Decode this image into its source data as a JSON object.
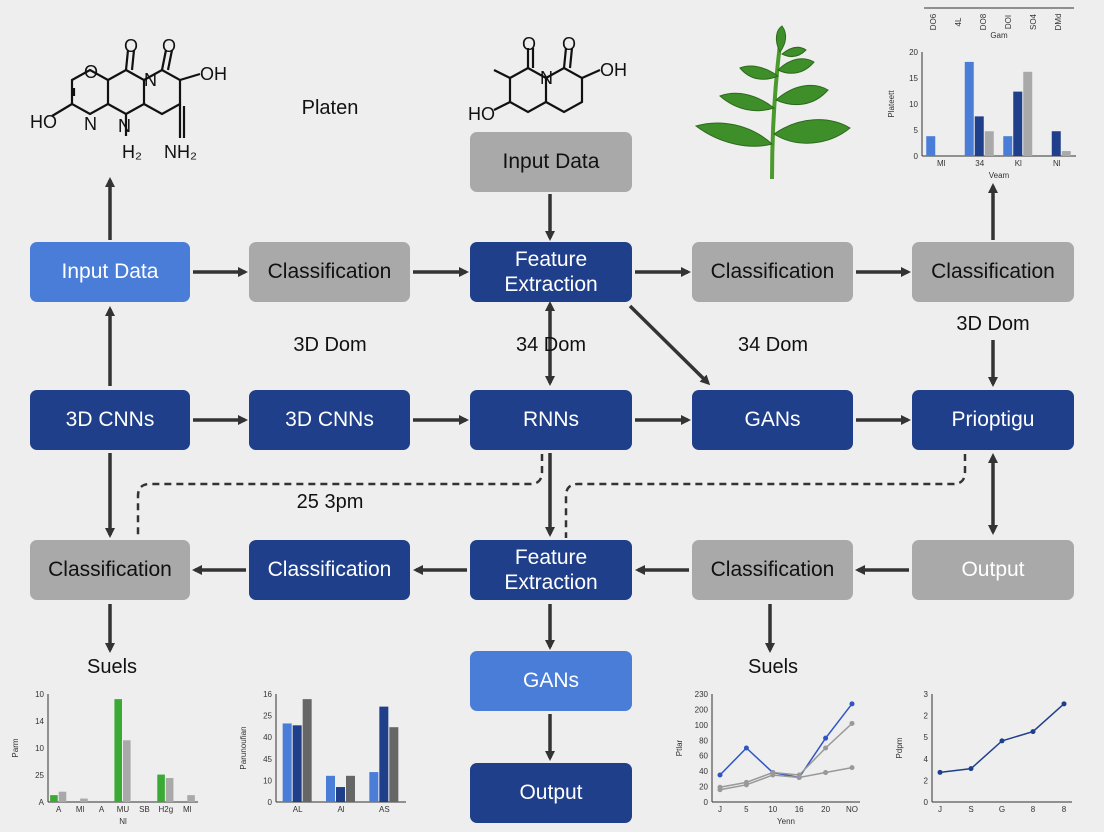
{
  "colors": {
    "dark_blue": "#1f3f8a",
    "light_blue": "#4a7dd8",
    "gray": "#a9a9a9",
    "green": "#3aaa35",
    "arrow": "#333333",
    "background": "#eeeeee"
  },
  "nodes": {
    "input_data_top": "Input Data",
    "input_data_left": "Input Data",
    "classification_r2a": "Classification",
    "feature_extraction_top": "Feature\nExtraction",
    "classification_r2b": "Classification",
    "classification_r2c": "Classification",
    "cnn_left": "3D CNNs",
    "cnn_mid": "3D CNNs",
    "rnns": "RNNs",
    "gans_mid": "GANs",
    "prioptigu": "Prioptigu",
    "classification_r4a": "Classification",
    "classification_r4b": "Classification",
    "feature_extraction_bottom": "Feature\nExtraction",
    "classification_r4c": "Classification",
    "output_right": "Output",
    "gans_bottom": "GANs",
    "output_bottom": "Output"
  },
  "labels": {
    "platen": "Platen",
    "dom_a": "3D Dom",
    "dom_b": "34 Dom",
    "dom_c": "34 Dom",
    "dom_d": "3D Dom",
    "time_label": "25 3pm",
    "suels_left": "Suels",
    "suels_right": "Suels"
  },
  "molecules": {
    "left": {
      "atoms": [
        "O",
        "O",
        "OH",
        "HO",
        "N",
        "N",
        "O",
        "N",
        "H₂",
        "NH₂"
      ]
    },
    "middle": {
      "atoms": [
        "O",
        "O",
        "OH",
        "HO",
        "N"
      ]
    }
  },
  "icons": {
    "plant": "plant-icon"
  },
  "chart_data": [
    {
      "id": "top-right",
      "type": "bar",
      "ylabel": "Plateett",
      "xlabel": "Veam",
      "yticks": [
        "0",
        "5",
        "10",
        "15",
        "20"
      ],
      "ylim": [
        0,
        20
      ],
      "categories": [
        "Ml",
        "34",
        "Kl",
        "Nl"
      ],
      "series": [
        {
          "color": "#4a7dd8",
          "values": [
            4,
            19,
            4,
            0
          ]
        },
        {
          "color": "#1f3f8a",
          "values": [
            0,
            8,
            13,
            5
          ]
        },
        {
          "color": "#a9a9a9",
          "values": [
            0,
            5,
            17,
            1
          ]
        }
      ],
      "top_axis_labels": [
        "DO6",
        "4L",
        "DO8",
        "DOI",
        "SO4",
        "DMd"
      ],
      "top_axis_title": "Gam"
    },
    {
      "id": "bottom-left",
      "type": "bar",
      "ylabel": "Parm",
      "xlabel": "Nl",
      "yticks": [
        "A",
        "25",
        "10",
        "14",
        "10"
      ],
      "categories": [
        "A",
        "Ml",
        "A",
        "MU",
        "SB",
        "H2g",
        "Ml"
      ],
      "series": [
        {
          "color": "#3aaa35",
          "values": [
            1,
            0,
            0,
            15,
            0,
            4,
            0
          ]
        },
        {
          "color": "#a9a9a9",
          "values": [
            1.5,
            0.5,
            0,
            9,
            0,
            3.5,
            1
          ]
        }
      ]
    },
    {
      "id": "bottom-mid",
      "type": "bar",
      "ylabel": "Parunoufian",
      "yticks": [
        "0",
        "10",
        "45",
        "40",
        "25",
        "16"
      ],
      "categories": [
        "AL",
        "Al",
        "AS"
      ],
      "series": [
        {
          "color": "#4a7dd8",
          "values": [
            42,
            14,
            16
          ]
        },
        {
          "color": "#1f3f8a",
          "values": [
            41,
            8,
            51
          ]
        },
        {
          "color": "#666666",
          "values": [
            55,
            14,
            40
          ]
        }
      ]
    },
    {
      "id": "bottom-right-a",
      "type": "line",
      "ylabel": "Ptlar",
      "xlabel": "Yenn",
      "yticks": [
        "0",
        "20",
        "40",
        "60",
        "80",
        "100",
        "200",
        "230"
      ],
      "x": [
        "J",
        "5",
        "10",
        "16",
        "20",
        "NO"
      ],
      "series": [
        {
          "color": "#2e55c4",
          "values": [
            55,
            110,
            60,
            50,
            130,
            200
          ]
        },
        {
          "color": "#999999",
          "values": [
            30,
            40,
            60,
            55,
            110,
            160
          ]
        },
        {
          "color": "#999999",
          "values": [
            25,
            35,
            55,
            50,
            60,
            70
          ]
        }
      ]
    },
    {
      "id": "bottom-right-b",
      "type": "line",
      "ylabel": "Pdpm",
      "yticks": [
        "0",
        "2",
        "4",
        "5",
        "2",
        "3"
      ],
      "x": [
        "J",
        "S",
        "G",
        "8",
        "8"
      ],
      "series": [
        {
          "color": "#1f3f8a",
          "values": [
            1.6,
            1.8,
            3.3,
            3.8,
            5.3
          ]
        }
      ]
    }
  ]
}
